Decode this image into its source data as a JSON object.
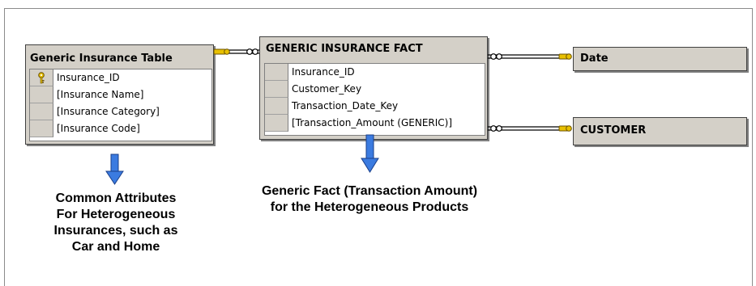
{
  "tables": {
    "generic_insurance": {
      "title": "Generic Insurance Table",
      "rows": [
        "Insurance_ID",
        "[Insurance Name]",
        "[Insurance Category]",
        "[Insurance Code]"
      ]
    },
    "fact": {
      "title": "GENERIC INSURANCE  FACT",
      "rows": [
        "Insurance_ID",
        "Customer_Key",
        "Transaction_Date_Key",
        "[Transaction_Amount (GENERIC)]"
      ]
    },
    "date": {
      "title": "Date"
    },
    "customer": {
      "title": "CUSTOMER"
    }
  },
  "captions": {
    "left": [
      "Common Attributes",
      "For Heterogeneous",
      "Insurances, such as",
      "Car and Home"
    ],
    "center": [
      "Generic Fact (Transaction Amount)",
      "for the Heterogeneous Products"
    ]
  },
  "icons": {
    "primary_key": "key-icon",
    "relationship_key_end": "key-icon",
    "relationship_many_end": "infinity-icon",
    "annotation_arrow": "arrow-down-icon"
  },
  "colors": {
    "table_bg": "#d4d0c8",
    "key_gold": "#e8c000",
    "arrow_blue": "#3b7be0"
  }
}
